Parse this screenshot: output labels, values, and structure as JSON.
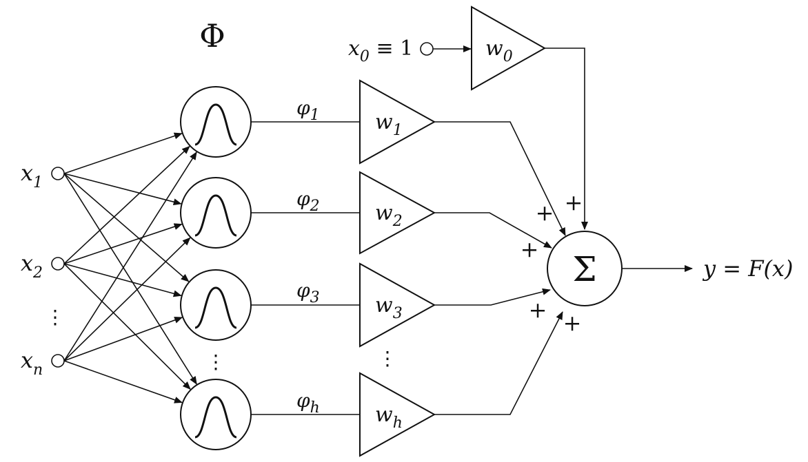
{
  "phi_label": "Φ",
  "bias": {
    "x": "x",
    "sub": "0",
    "rest": " ≡ 1",
    "weight": "w",
    "weight_sub": "0"
  },
  "inputs": [
    {
      "var": "x",
      "sub": "1"
    },
    {
      "var": "x",
      "sub": "2"
    },
    {
      "var": "x",
      "sub": "n"
    }
  ],
  "ellipsis": "⋮",
  "hidden": [
    {
      "phi": "φ",
      "phi_sub": "1",
      "weight": "w",
      "weight_sub": "1"
    },
    {
      "phi": "φ",
      "phi_sub": "2",
      "weight": "w",
      "weight_sub": "2"
    },
    {
      "phi": "φ",
      "phi_sub": "3",
      "weight": "w",
      "weight_sub": "3"
    },
    {
      "phi": "φ",
      "phi_sub": "h",
      "weight": "w",
      "weight_sub": "h"
    }
  ],
  "plus": "+",
  "sum_symbol": "Σ",
  "output": "y = F(x)"
}
